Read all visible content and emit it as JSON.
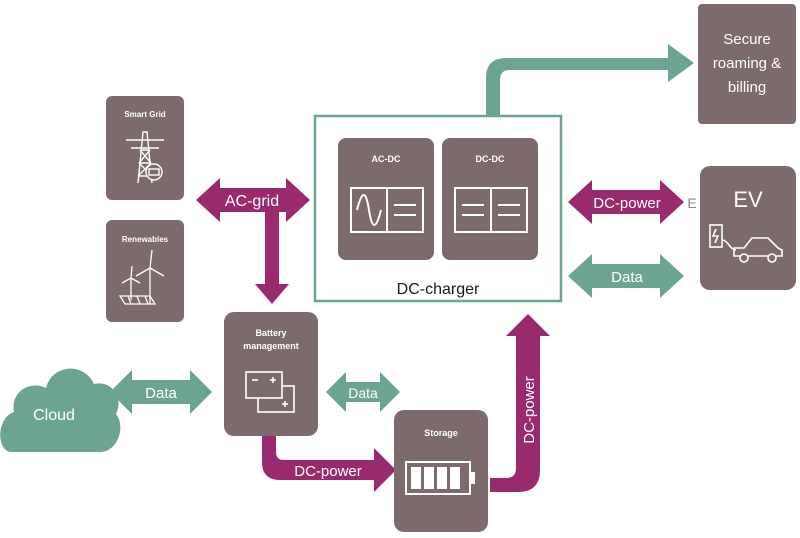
{
  "colors": {
    "box": "#7d6a6d",
    "box_dark": "#6f5d60",
    "power_arrow": "#9a2a6e",
    "data_arrow": "#6ca58f",
    "charger_border": "#6ca58f",
    "cloud": "#6ca58f",
    "text_dark": "#1a1a1a",
    "text_light": "#ffffff"
  },
  "nodes": {
    "smart_grid": {
      "label": "Smart Grid",
      "icon": "power-pylon-meter-icon"
    },
    "renewables": {
      "label": "Renewables",
      "icon": "wind-solar-icon"
    },
    "dc_charger": {
      "label": "DC-charger"
    },
    "ac_dc": {
      "label": "AC-DC",
      "icon": "ac-dc-converter-icon"
    },
    "dc_dc": {
      "label": "DC-DC",
      "icon": "dc-dc-converter-icon"
    },
    "secure_roaming": {
      "lines": [
        "Secure",
        "roaming &",
        "billing"
      ]
    },
    "ev": {
      "label": "EV",
      "icon": "electric-car-icon"
    },
    "battery_management": {
      "lines": [
        "Battery",
        "management"
      ],
      "icon": "battery-pack-icon"
    },
    "storage": {
      "label": "Storage",
      "icon": "battery-level-icon"
    },
    "cloud": {
      "label": "Cloud"
    }
  },
  "arrows": {
    "ac_grid": "AC-grid",
    "dc_power_ev": "DC-power",
    "dc_power_ev_tag": "E",
    "data_ev": "Data",
    "data_cloud": "Data",
    "data_storage": "Data",
    "dc_power_bottom": "DC-power",
    "dc_power_vertical": "DC-power"
  }
}
